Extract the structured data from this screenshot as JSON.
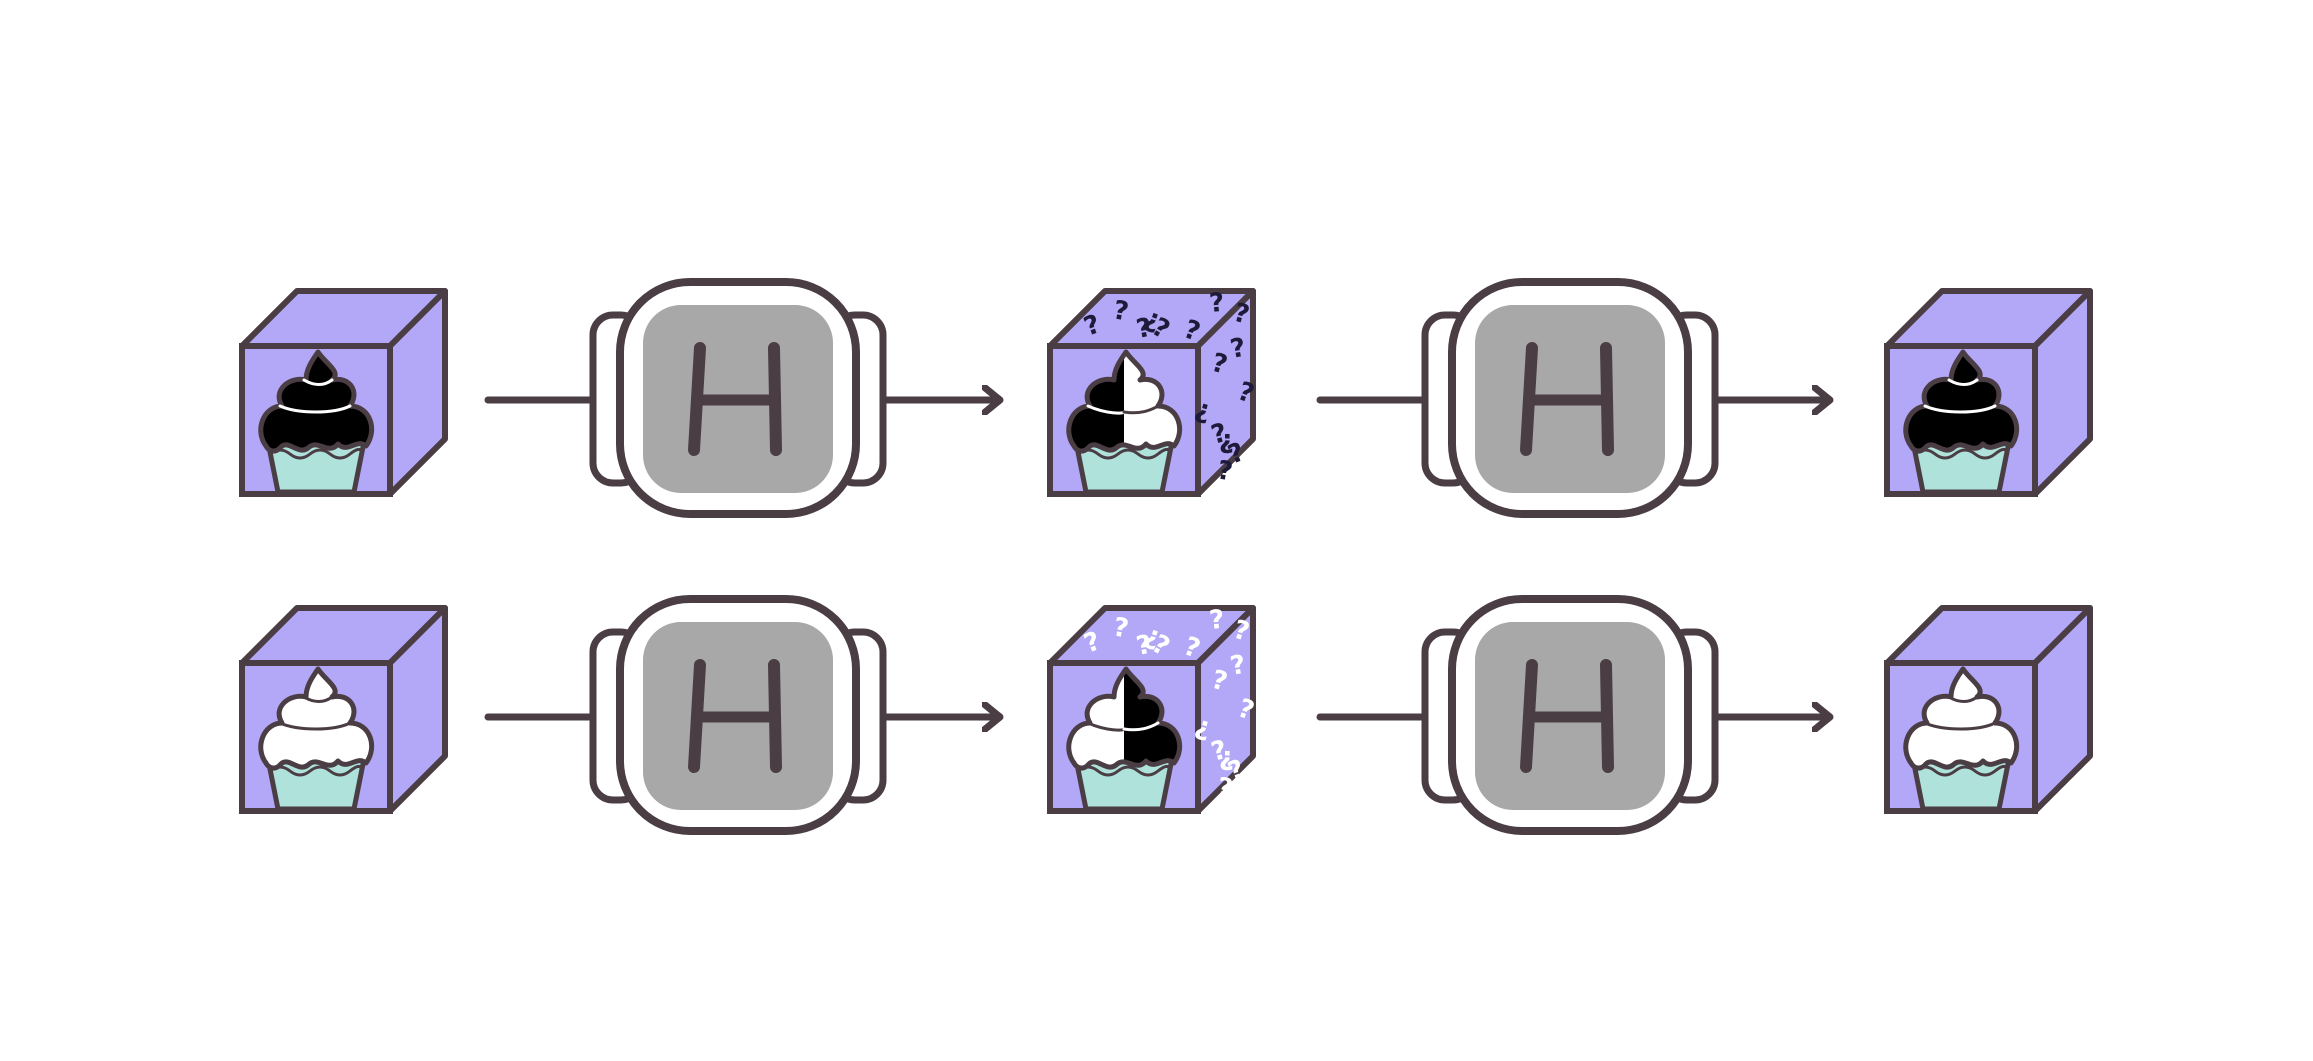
{
  "colors": {
    "background": "#ffffff",
    "outline": "#4a3d44",
    "box_face": "#b3a8f7",
    "gate_body": "#ffffff",
    "gate_panel": "#a8a8a8",
    "frosting_dark": "#000000",
    "frosting_light": "#ffffff",
    "cupcake_base": "#b0e2dc",
    "question_dark": "#1e1a3a",
    "question_light": "#ffffff"
  },
  "gate_label": "H",
  "question_mark": "?",
  "rows": [
    {
      "name": "dark-cupcake-row",
      "stages": [
        "box-dark",
        "gate",
        "box-superposed-dark-light",
        "gate",
        "box-dark"
      ]
    },
    {
      "name": "light-cupcake-row",
      "stages": [
        "box-light",
        "gate",
        "box-superposed-light-dark",
        "gate",
        "box-light"
      ]
    }
  ]
}
